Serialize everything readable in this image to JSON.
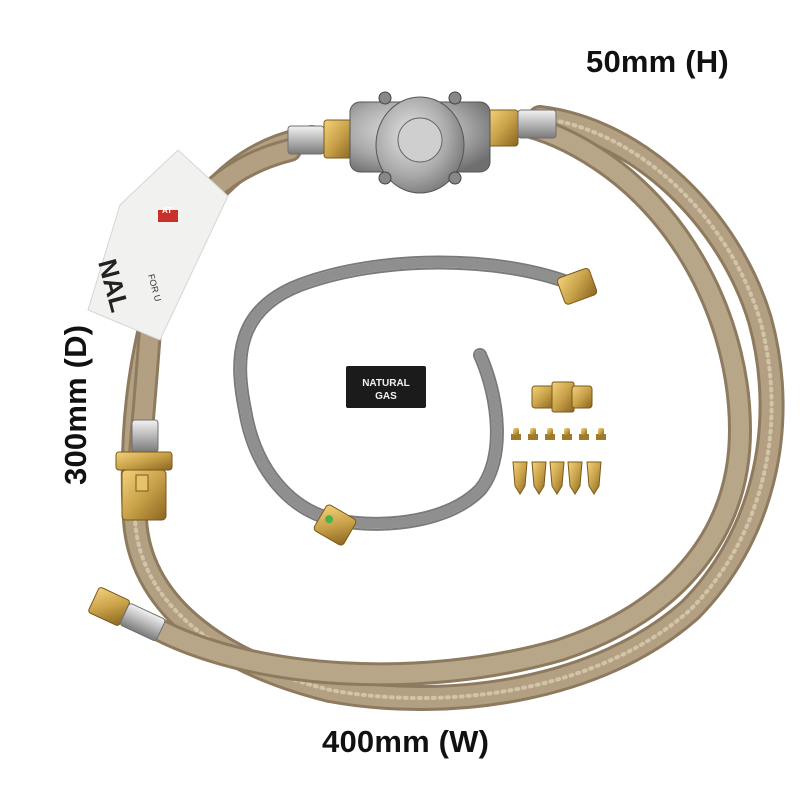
{
  "dimensions": {
    "height": "50mm (H)",
    "depth": "300mm (D)",
    "width": "400mm (W)"
  },
  "product": {
    "sticker_text": "NATURAL\nGAS",
    "sticker_line1": "NATURAL",
    "sticker_line2": "GAS",
    "tag_text": "NAL",
    "tag_small_1": "FOR U",
    "tag_small_2": "AT"
  },
  "colors": {
    "hose": "#b3a083",
    "hose_dark": "#8e7b5f",
    "brass": "#c9a24a",
    "steel": "#bdbdbd",
    "sticker_bg": "#1b1b1b",
    "dimension_text": "#111111"
  }
}
